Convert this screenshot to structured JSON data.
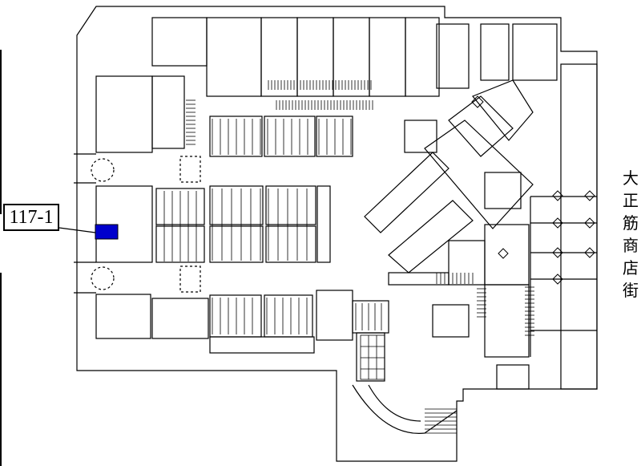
{
  "map": {
    "unit_label": "117-1",
    "street_label": [
      "大",
      "正",
      "筋",
      "商",
      "店",
      "街"
    ],
    "highlight_color": "#0000cc",
    "line_color": "#000000",
    "background_color": "#ffffff"
  }
}
